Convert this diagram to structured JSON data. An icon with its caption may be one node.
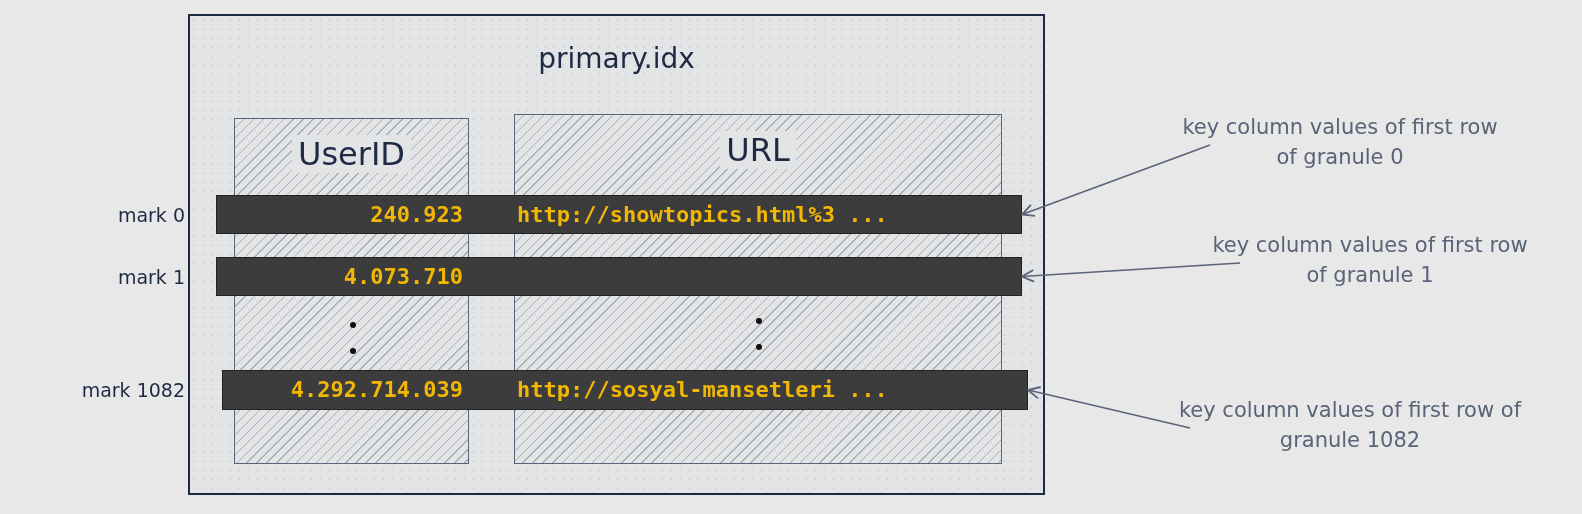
{
  "diagram": {
    "nodes": [
      {
        "text": [
          "primary.idx"
        ]
      },
      {
        "text": [
          "UserID"
        ],
        "in": 0
      },
      {
        "text": [
          "URL"
        ],
        "in": 0
      },
      {
        "text": [
          "240.923",
          "http://showtopics.html%3 ..."
        ],
        "in": 0,
        "beside": [
          "mark 0"
        ]
      },
      {
        "text": [
          "4.073.710"
        ],
        "in": 0,
        "beside": [
          "mark 1"
        ]
      },
      {
        "text": [
          "4.292.714.039",
          "http://sosyal-mansetleri ..."
        ],
        "in": 0,
        "beside": [
          "mark 1082"
        ]
      },
      {
        "text": [
          "key column values of first row of granule 0"
        ]
      },
      {
        "text": [
          "key column values of first row of granule 1"
        ]
      },
      {
        "text": [
          "key column values of first row of granule 1082"
        ]
      }
    ],
    "edges": [
      {
        "from": 6,
        "to": 3,
        "arrow": "to"
      },
      {
        "from": 7,
        "to": 4,
        "arrow": "to"
      },
      {
        "from": 8,
        "to": 5,
        "arrow": "to"
      }
    ]
  }
}
